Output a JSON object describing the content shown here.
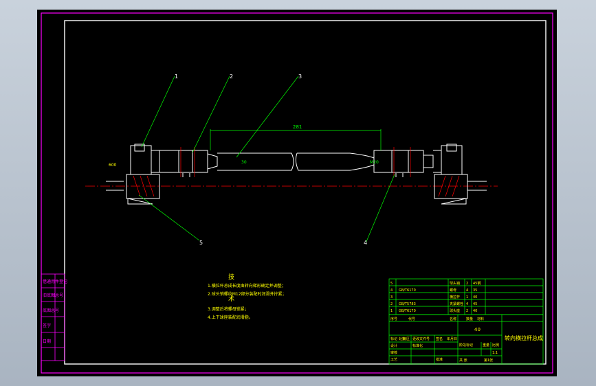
{
  "part_numbers": [
    "1",
    "2",
    "3",
    "4",
    "5"
  ],
  "dimensions": {
    "length": "281",
    "diameter": "30",
    "end_size": "M20",
    "left_size": "600"
  },
  "notes": {
    "heading": "技",
    "heading2": "术",
    "lines": [
      "1.横拉杆总成长度由转向梯形确定并调整；",
      "2.球头销螺纹M12部分装配时润滑并拧紧；",
      "3.调整后将螺母锁紧；",
      "4.上下球座装配润滑脂。"
    ]
  },
  "parts_list": {
    "rows": [
      [
        "5",
        "",
        "球头销",
        "2",
        "45钢"
      ],
      [
        "4",
        "GB/T6170",
        "螺母",
        "4",
        "35"
      ],
      [
        "3",
        "",
        "横拉杆",
        "1",
        "40"
      ],
      [
        "2",
        "GB/T5783",
        "夹紧螺栓",
        "4",
        "45"
      ],
      [
        "1",
        "GB/T6170",
        "球头座",
        "2",
        "40"
      ]
    ],
    "header": [
      "序号",
      "代号",
      "名称",
      "数量",
      "材料"
    ]
  },
  "title_block": {
    "material": "40",
    "drawing_title": "转向横拉杆总成",
    "scale": "1:1",
    "sheet": "第1张",
    "stage_label": "阶段标记",
    "weight_label": "重量",
    "scale_label": "比例",
    "sheets_total": "共 张",
    "designer": "设计",
    "checker": "审核",
    "process": "工艺",
    "standard": "标准化",
    "approve": "批准",
    "marks": "标记",
    "count": "处数",
    "zone": "分区",
    "change_no": "更改文件号",
    "signature": "签名",
    "date": "年月日"
  },
  "side_strip": [
    "借通用件登记",
    "旧底图总号",
    "底图总号",
    "签字",
    "日期"
  ],
  "colors": {
    "frame": "#ff00ff",
    "paper_border": "#ffffff",
    "leader": "#00ff00",
    "dimension": "#00ff00",
    "centerline": "#ff0000",
    "part": "#ffffff",
    "note": "#ffff00",
    "table": "#00ff00"
  }
}
